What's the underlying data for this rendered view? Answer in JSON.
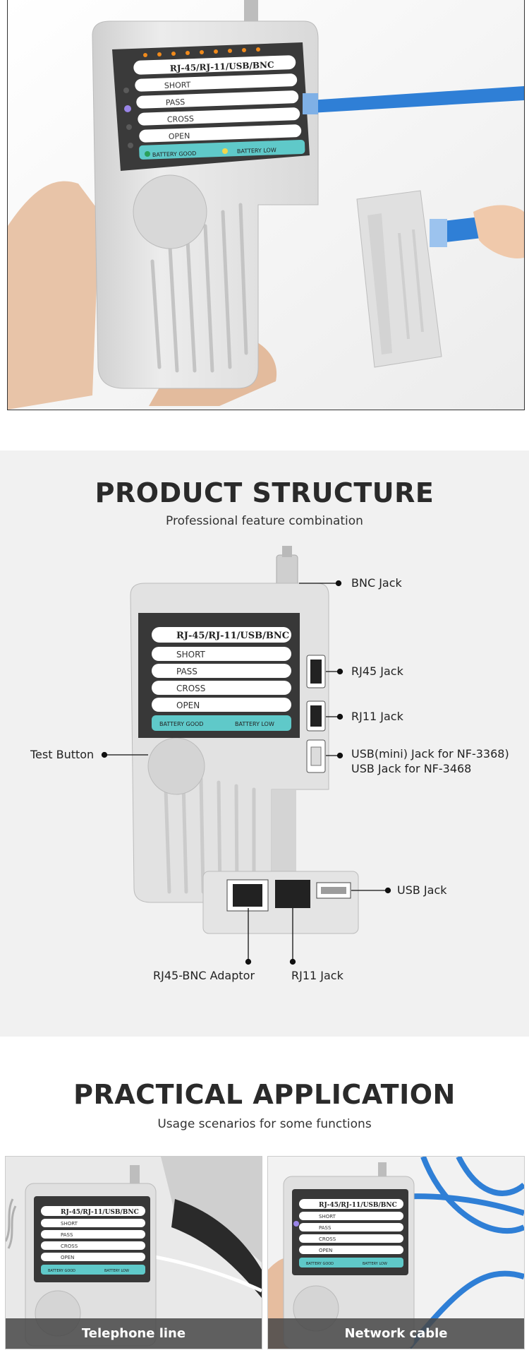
{
  "device": {
    "model_label": "RJ-45/RJ-11/USB/BNC",
    "rows": [
      "SHORT",
      "PASS",
      "CROSS",
      "OPEN"
    ],
    "battery_good": "BATTERY GOOD",
    "battery_low": "BATTERY LOW"
  },
  "structure": {
    "title": "PRODUCT STRUCTURE",
    "subtitle": "Professional feature combination",
    "callouts": {
      "bnc": "BNC Jack",
      "rj45": "RJ45 Jack",
      "rj11_top": "RJ11 Jack",
      "usb_mini_1": "USB(mini) Jack for NF-3368)",
      "usb_mini_2": "USB Jack for NF-3468",
      "test_button": "Test Button",
      "usb": "USB Jack",
      "adaptor": "RJ45-BNC Adaptor",
      "rj11_bottom": "RJ11 Jack"
    }
  },
  "application": {
    "title": "PRACTICAL APPLICATION",
    "subtitle": "Usage scenarios for some functions",
    "panels": [
      "Telephone line",
      "Network cable"
    ]
  },
  "colors": {
    "teal": "#5fc9c9",
    "cable_blue": "#2f7fd6",
    "dark_panel": "#3a3a3a",
    "led_orange": "#f08a1c"
  }
}
